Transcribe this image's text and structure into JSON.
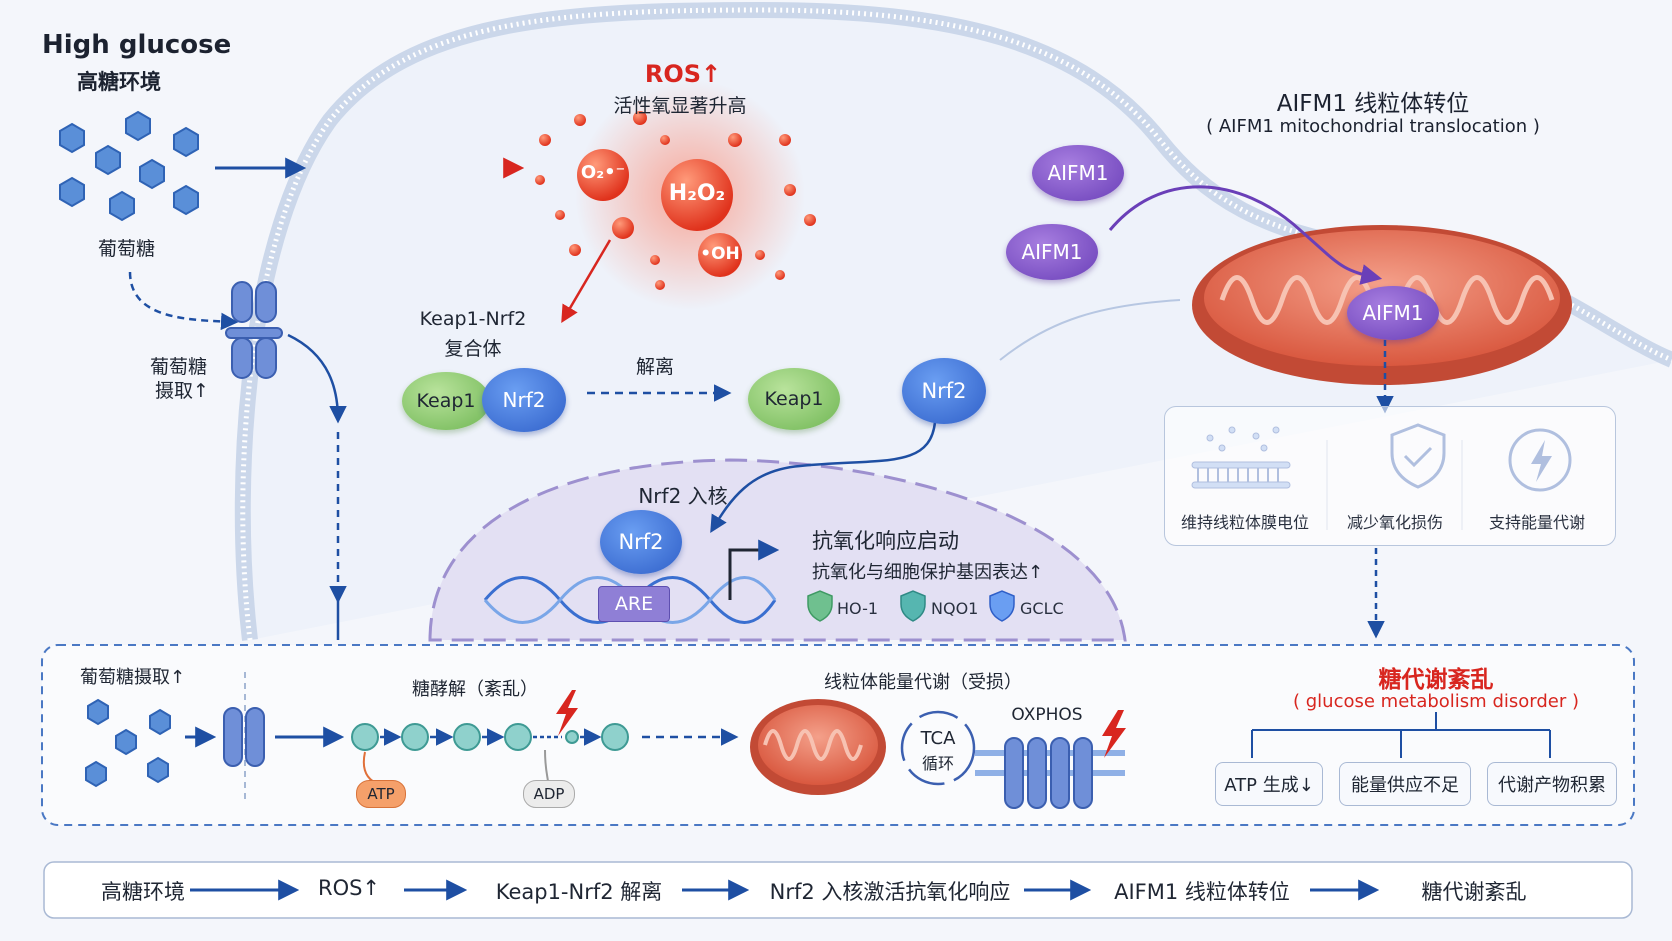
{
  "header": {
    "high_glucose_en": "High glucose",
    "high_glucose_cn": "高糖环境",
    "glucose_label": "葡萄糖",
    "uptake_label_1": "葡萄糖",
    "uptake_label_2": "摄取↑"
  },
  "ros": {
    "title": "ROS↑",
    "subtitle": "活性氧显著升高",
    "o2": "O₂•⁻",
    "h2o2": "H₂O₂",
    "oh": "•OH"
  },
  "keap_nrf2": {
    "complex_title_1": "Keap1-Nrf2",
    "complex_title_2": "复合体",
    "keap1": "Keap1",
    "nrf2": "Nrf2",
    "dissociation": "解离",
    "keap1_free": "Keap1",
    "nrf2_free": "Nrf2"
  },
  "nucleus": {
    "entry_label": "Nrf2 入核",
    "nrf2": "Nrf2",
    "are": "ARE",
    "response_title": "抗氧化响应启动",
    "response_sub": "抗氧化与细胞保护基因表达↑",
    "genes": [
      "HO-1",
      "NQO1",
      "GCLC"
    ]
  },
  "aifm1": {
    "title": "AIFM1 线粒体转位",
    "subtitle": "( AIFM1 mitochondrial translocation )",
    "label": "AIFM1",
    "effects": [
      "维持线粒体膜电位",
      "减少氧化损伤",
      "支持能量代谢"
    ]
  },
  "metabolism": {
    "uptake": "葡萄糖摄取↑",
    "glycolysis": "糖酵解（紊乱）",
    "atp": "ATP",
    "adp": "ADP",
    "mito_energy": "线粒体能量代谢（受损）",
    "tca_1": "TCA",
    "tca_2": "循环",
    "oxphos": "OXPHOS",
    "disorder_title": "糖代谢紊乱",
    "disorder_sub": "( glucose metabolism disorder )",
    "outcomes": [
      "ATP 生成↓",
      "能量供应不足",
      "代谢产物积累"
    ]
  },
  "flow": [
    "高糖环境",
    "ROS↑",
    "Keap1-Nrf2 解离",
    "Nrf2 入核激活抗氧化响应",
    "AIFM1 线粒体转位",
    "糖代谢紊乱"
  ],
  "colors": {
    "accent_blue": "#1e4fa3",
    "ros_red": "#d8261f",
    "aifm_purple": "#7a4cc7",
    "mito_orange": "#e0705a"
  }
}
